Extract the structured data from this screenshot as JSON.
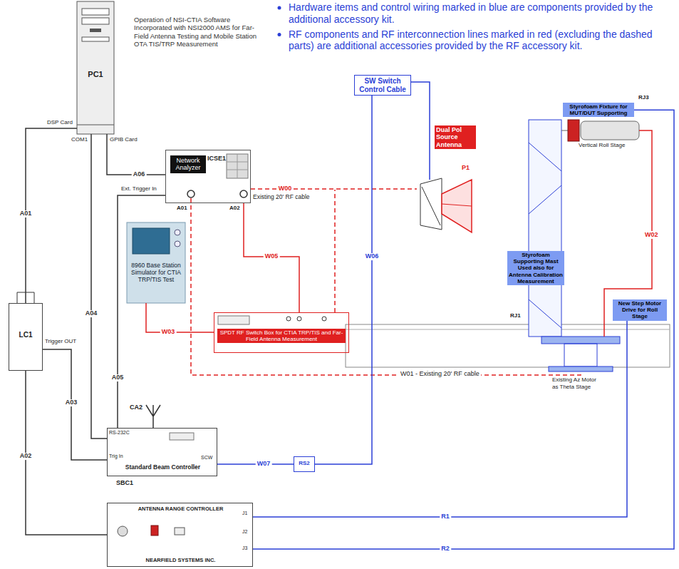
{
  "diagram": {
    "title": "Operation of NSI-CTIA Software Incorporated with NSI2000 AMS for Far-Field Antenna Testing and Mobile Station OTA TIS/TRP Measurement",
    "nodes": [
      {
        "text": [
          "PC1"
        ]
      },
      {
        "text": [
          "Network Analyzer",
          "ICSE1"
        ]
      },
      {
        "text": [
          "8960 Base Station Simulator for CTIA TRP/TIS Test"
        ]
      },
      {
        "text": [
          "SPDT RF Switch Box for CTIA TRP/TIS and Far-Field Antenna Measurement"
        ]
      },
      {
        "text": [
          "LC1"
        ]
      },
      {
        "text": [
          "Standard Beam Controller",
          "SBC1"
        ]
      },
      {
        "text": [
          "ANTENNA RANGE CONTROLLER",
          "NEARFIELD SYSTEMS INC."
        ]
      },
      {
        "text": [
          "SW Switch Control Cable"
        ]
      },
      {
        "text": [
          "Dual Pol Source Antenna"
        ]
      },
      {
        "text": [
          "Styrofoam Fixture for MUT/DUT Supporting"
        ]
      },
      {
        "text": [
          "Styrofoam Supporting Mast Used also for Antenna Calibration Measurement"
        ]
      },
      {
        "text": [
          "New Step Motor Drive for Roll Stage"
        ]
      },
      {
        "text": [
          "RS2"
        ]
      }
    ],
    "edges": [
      {
        "from": 0,
        "to": 1,
        "label": "A06",
        "arrow": "none"
      },
      {
        "from": 0,
        "to": 5,
        "label": "A04",
        "arrow": "none"
      },
      {
        "from": 0,
        "to": 4,
        "label": "A01",
        "arrow": "none"
      },
      {
        "from": 4,
        "to": 5,
        "label": "A03",
        "arrow": "none"
      },
      {
        "from": 4,
        "to": 6,
        "label": "A02",
        "arrow": "none"
      },
      {
        "from": 1,
        "to": 5,
        "label": "A05",
        "arrow": "none"
      },
      {
        "from": 1,
        "to": 3,
        "label": "W05",
        "arrow": "none"
      },
      {
        "from": 2,
        "to": 3,
        "label": "W03",
        "arrow": "none"
      },
      {
        "from": 1,
        "to": 8,
        "label": "W00",
        "arrow": "none"
      },
      {
        "from": 5,
        "to": 12,
        "label": "W07",
        "arrow": "none"
      },
      {
        "from": 12,
        "to": 7,
        "label": "W06",
        "arrow": "none"
      },
      {
        "from": 6,
        "to": 11,
        "label": "R1",
        "arrow": "none"
      },
      {
        "from": 6,
        "to": 9,
        "label": "R2",
        "arrow": "none"
      }
    ],
    "labels": [
      "Hardware items and control wiring marked in blue are components provided by the additional accessory kit.",
      "RF components and RF interconnection lines marked in red (excluding the dashed parts) are additional accessories provided by the RF accessory kit.",
      "DSP Card",
      "COM1",
      "GPIB Card",
      "Ext. Trigger In",
      "A01",
      "A02",
      "Existing 20' RF cable",
      "Trigger OUT",
      "RS-232C",
      "Trig In",
      "SCW",
      "CA2",
      "J1",
      "J2",
      "J3",
      "P1",
      "W01 - Existing 20' RF cable",
      "W02",
      "RJ3",
      "Vertical Roll Stage",
      "RJ1",
      "Existing Az Motor as Theta Stage"
    ]
  }
}
